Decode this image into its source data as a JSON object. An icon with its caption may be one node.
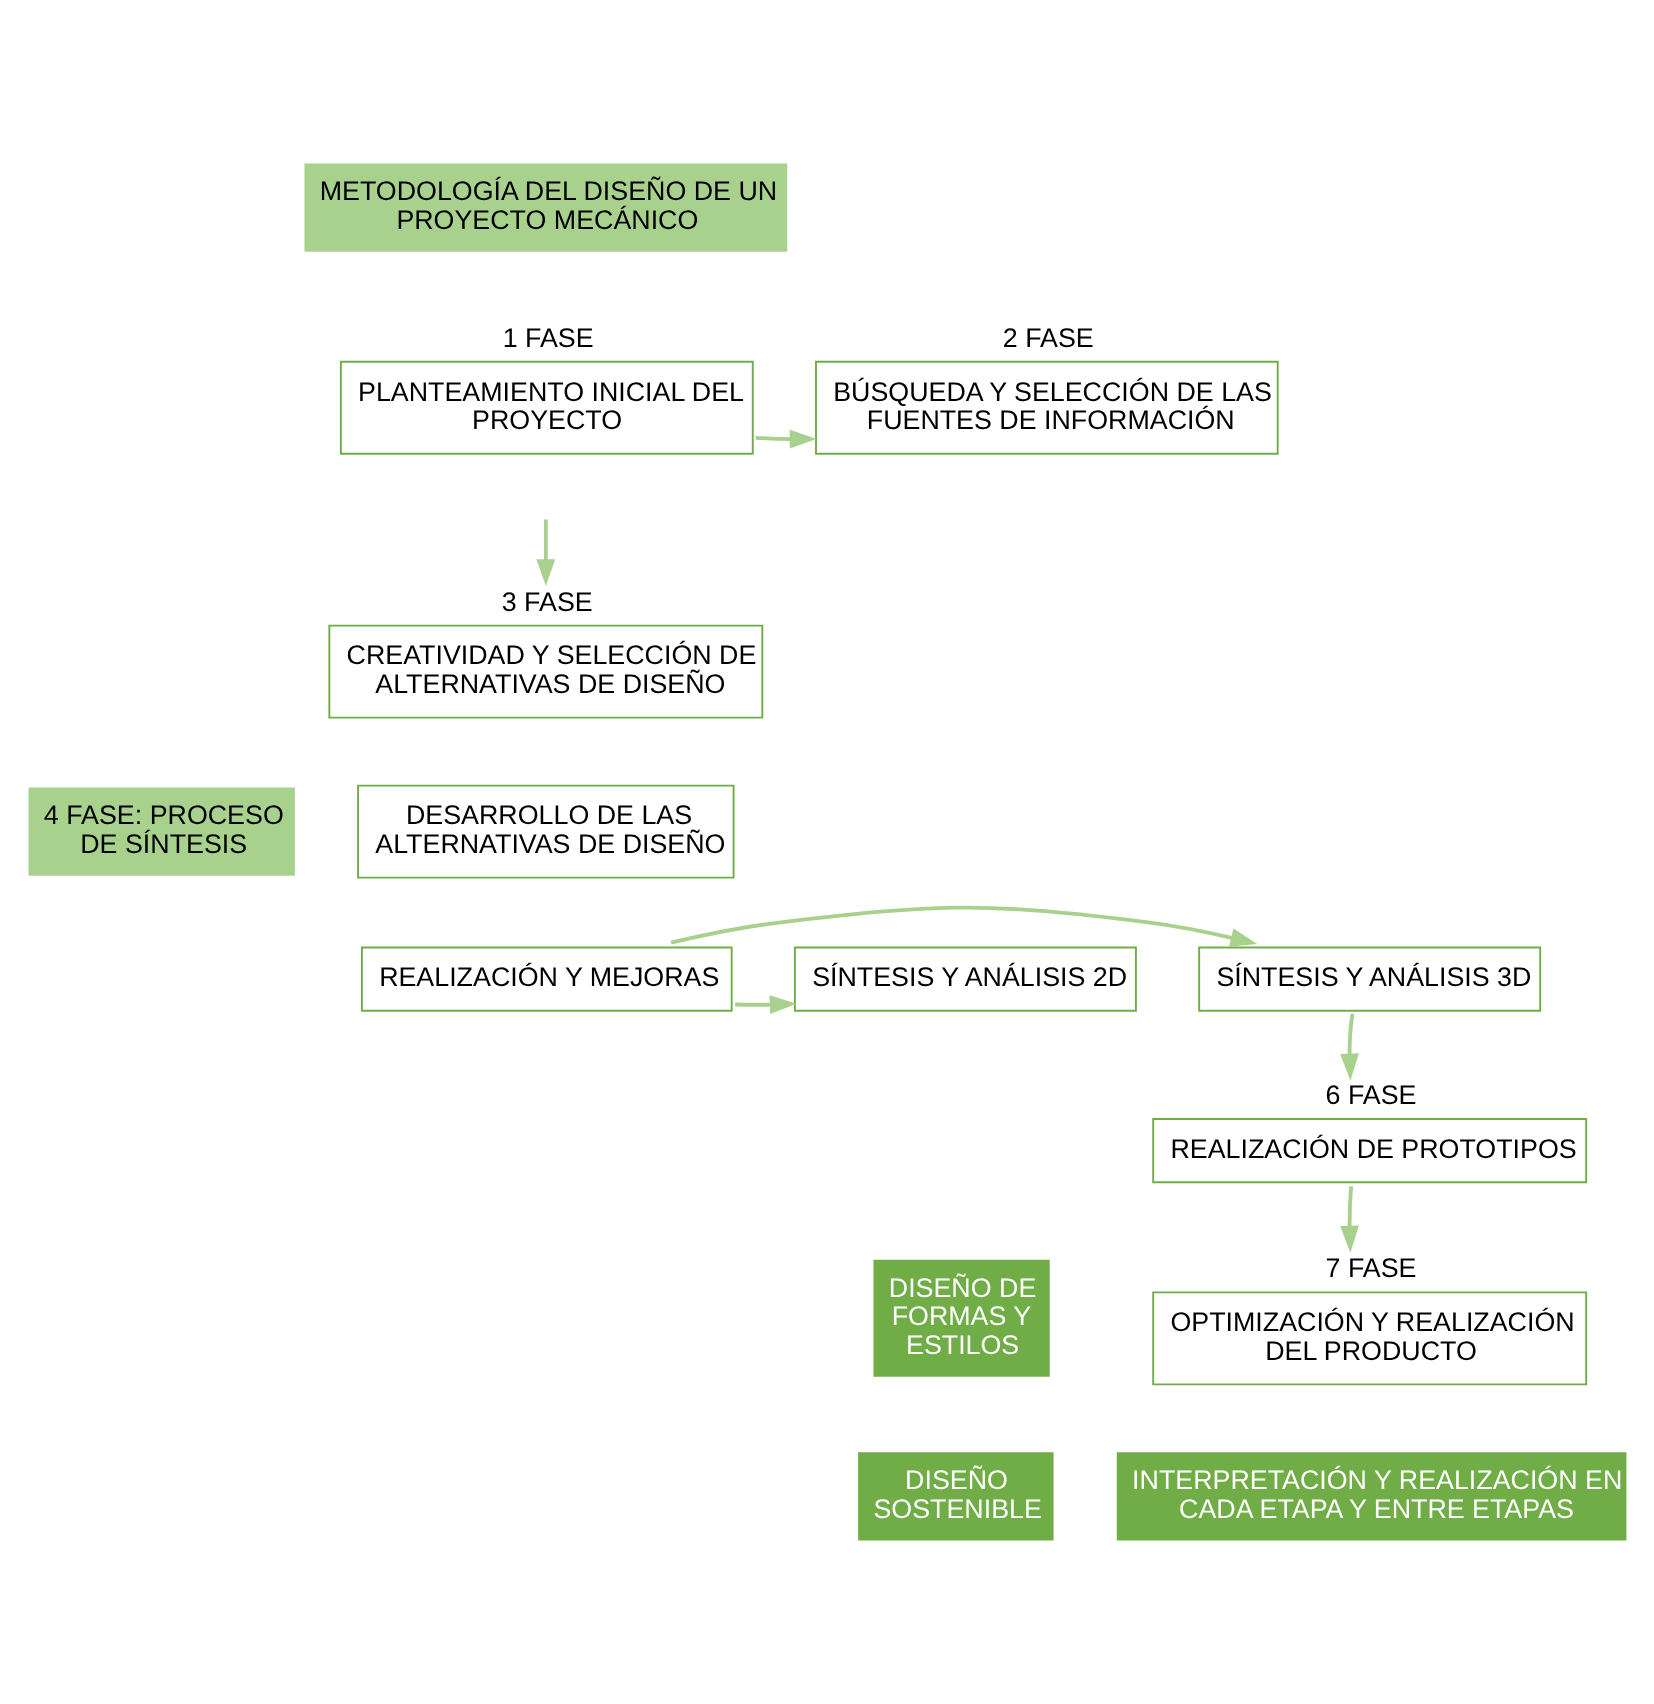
{
  "diagram": {
    "nodes": [
      {
        "text": [
          "METODOLOGÍA DEL DISEÑO DE UN PROYECTO MECÁNICO"
        ]
      },
      {
        "text": [
          "PLANTEAMIENTO INICIAL DEL PROYECTO"
        ],
        "beside": [
          "1 FASE"
        ]
      },
      {
        "text": [
          "BÚSQUEDA Y SELECCIÓN DE LAS FUENTES DE INFORMACIÓN"
        ],
        "beside": [
          "2 FASE"
        ]
      },
      {
        "text": [
          "4 FASE: PROCESO DE SÍNTESIS"
        ]
      },
      {
        "text": [
          "CREATIVIDAD Y SELECCIÓN DE ALTERNATIVAS DE DISEÑO"
        ],
        "beside": [
          "3 FASE"
        ]
      },
      {
        "text": [
          "DESARROLLO DE LAS ALTERNATIVAS DE DISEÑO"
        ]
      },
      {
        "text": [
          "SÍNTESIS Y ANÁLISIS 2D"
        ]
      },
      {
        "text": [
          "REALIZACIÓN Y MEJORAS"
        ]
      },
      {
        "text": [
          "SÍNTESIS Y ANÁLISIS 3D"
        ]
      },
      {
        "text": [
          "DISEÑO DE FORMAS Y ESTILOS"
        ]
      },
      {
        "text": [
          "REALIZACIÓN DE PROTOTIPOS"
        ],
        "beside": [
          "6 FASE"
        ]
      },
      {
        "text": [
          "OPTIMIZACIÓN Y REALIZACIÓN DEL PRODUCTO"
        ],
        "beside": [
          "7 FASE"
        ]
      },
      {
        "text": [
          "DISEÑO SOSTENIBLE"
        ]
      },
      {
        "text": [
          "INTERPRETACIÓN Y REALIZACIÓN EN CADA ETAPA Y ENTRE ETAPAS"
        ]
      }
    ],
    "edges": [
      {
        "from": 1,
        "to": 2,
        "arrow": "to"
      },
      {
        "from": null,
        "to": 4,
        "arrow": "to"
      },
      {
        "from": 7,
        "to": 6,
        "arrow": "to"
      },
      {
        "from": 7,
        "to": 8,
        "arrow": "to"
      },
      {
        "from": 8,
        "to": 10,
        "arrow": "to"
      },
      {
        "from": 10,
        "to": 11,
        "arrow": "to"
      }
    ]
  }
}
